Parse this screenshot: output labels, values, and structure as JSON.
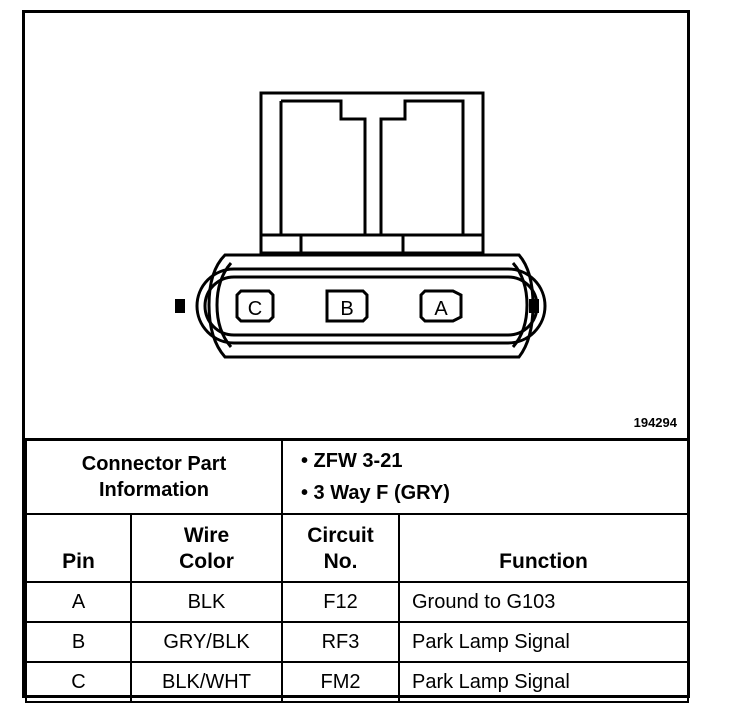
{
  "figure_id": "194294",
  "connector": {
    "pins": [
      "C",
      "B",
      "A"
    ]
  },
  "part_info": {
    "label_line1": "Connector Part",
    "label_line2": "Information",
    "values": [
      "• ZFW 3-21",
      "• 3 Way F (GRY)"
    ]
  },
  "table": {
    "headers": {
      "pin": "Pin",
      "wire_line1": "Wire",
      "wire_line2": "Color",
      "circuit_line1": "Circuit",
      "circuit_line2": "No.",
      "function": "Function"
    },
    "rows": [
      {
        "pin": "A",
        "wire": "BLK",
        "circuit": "F12",
        "function": "Ground to G103"
      },
      {
        "pin": "B",
        "wire": "GRY/BLK",
        "circuit": "RF3",
        "function": "Park Lamp Signal"
      },
      {
        "pin": "C",
        "wire": "BLK/WHT",
        "circuit": "FM2",
        "function": "Park Lamp Signal"
      }
    ]
  }
}
